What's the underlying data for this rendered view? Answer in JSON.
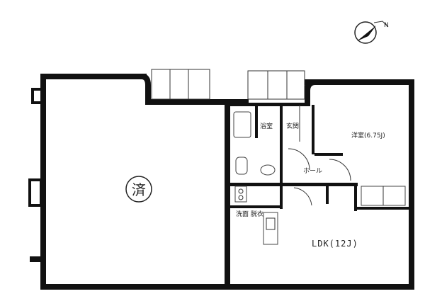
{
  "plan": {
    "rooms": [
      {
        "id": "main-room",
        "label": ""
      },
      {
        "id": "western-room",
        "label": "洋室(6.75J)"
      },
      {
        "id": "ldk",
        "label": "LDK(12J)"
      },
      {
        "id": "bath",
        "label": "浴室"
      },
      {
        "id": "entrance",
        "label": "玄関"
      },
      {
        "id": "hall",
        "label": "ホール"
      },
      {
        "id": "washroom",
        "label": "洗面\n脱衣"
      }
    ],
    "stamp": "済",
    "compass": {
      "label": "N"
    }
  },
  "colors": {
    "wall": "#111111",
    "background": "#ffffff",
    "line": "#333333"
  }
}
